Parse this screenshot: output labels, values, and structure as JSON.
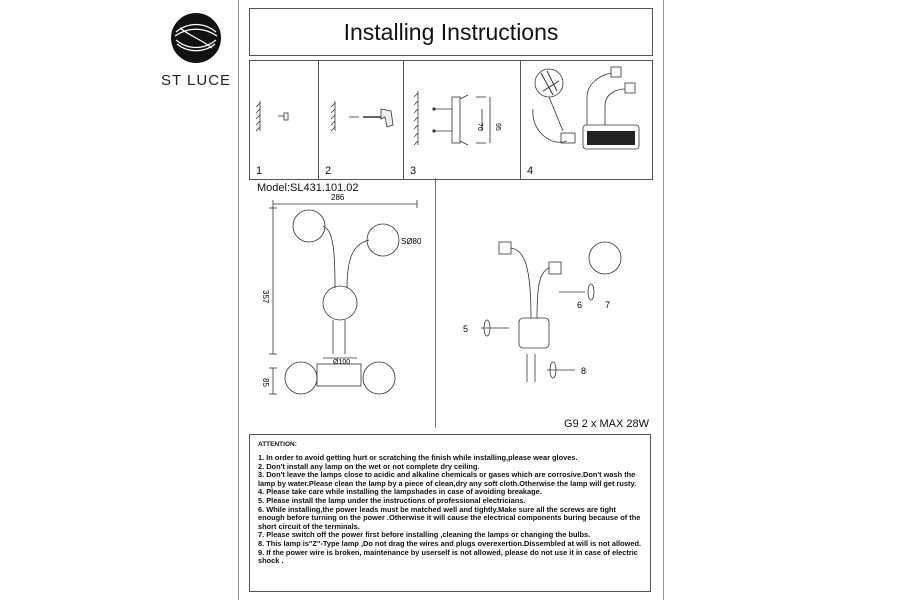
{
  "brand": {
    "name": "ST LUCE"
  },
  "document": {
    "title": "Installing Instructions",
    "steps": [
      {
        "number": "1"
      },
      {
        "number": "2"
      },
      {
        "number": "3"
      },
      {
        "number": "4"
      }
    ],
    "model_label": "Model:SL431.101.02",
    "dimensions": {
      "width": "286",
      "height": "357",
      "depth": "85",
      "shade": "SØ80",
      "base": "Ø100",
      "screw_a": "70",
      "screw_b": "95"
    },
    "callouts": [
      "5",
      "6",
      "7",
      "8"
    ],
    "spec": "G9 2 x MAX 28W",
    "attention": {
      "title": "ATTENTION:",
      "items": [
        "1. In order to avoid getting hurt or scratching the finish while installing,please wear gloves.",
        "2. Don't install any lamp on the wet or not complete dry ceiling.",
        "3. Don't leave the lamps close to acidic and alkaline chemicals or gases which are corrosive.Don't wash the lamp by water.Please clean the lamp by a piece of clean,dry any soft cloth.Otherwise the lamp will get rusty.",
        "4. Please take care while installing the lampshades in case of avoiding breakage.",
        "5. Please install the lamp under the instructions of professional electricians.",
        "6. While installing,the power leads must be matched well and tightly.Make sure all the screws are tight enough before turning on the power .Otherwise it will cause the electrical components buring because of the short circuit of the terminals.",
        "7. Please switch off the power first before installing ,cleaning the lamps or changing the bulbs.",
        "8. This lamp is\"Z\"-Type lamp ,Do not drag the wires and plugs overexertion.Dissembled at will is not allowed.",
        "9. If the power wire is broken, maintenance by userself is not allowed, please do not use it in case of electric shock ."
      ]
    }
  }
}
